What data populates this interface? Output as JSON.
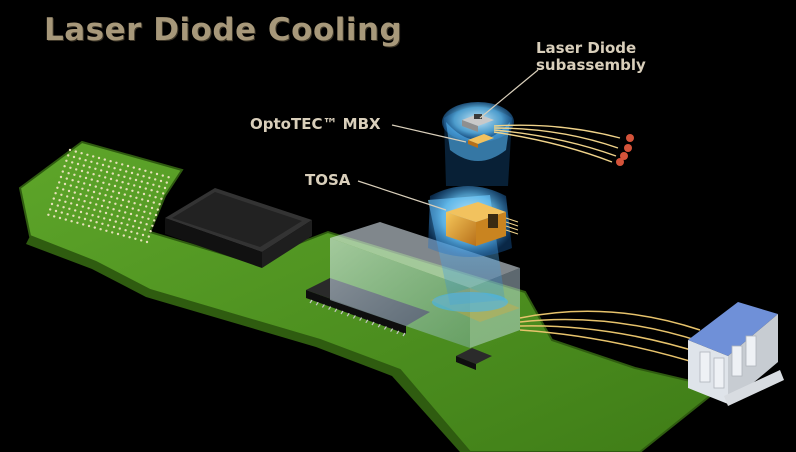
{
  "title": "Laser Diode Cooling",
  "callouts": {
    "laser_diode_line1": "Laser Diode",
    "laser_diode_line2": "subassembly",
    "optotec": "OptoTEC™ MBX",
    "tosa": "TOSA"
  },
  "colors": {
    "background": "#000000",
    "title": "#a7987a",
    "callout_text": "#d9cfbb",
    "pcb_green": "#4f8f1e",
    "pcb_edge": "#2f5c10",
    "chip_black": "#1b1b1b",
    "glow_blue": "#39b7ff",
    "gold": "#e0a93a",
    "connector_blue": "#5f86d6"
  },
  "icons": [
    "pcb-board",
    "bga-chip",
    "dual-inline-chip",
    "small-chip",
    "translucent-housing",
    "tosa-module",
    "laser-diode-subassembly",
    "thermoelectric-cooler",
    "fiber-bundle",
    "fiber-connector",
    "blue-glow-beam"
  ]
}
